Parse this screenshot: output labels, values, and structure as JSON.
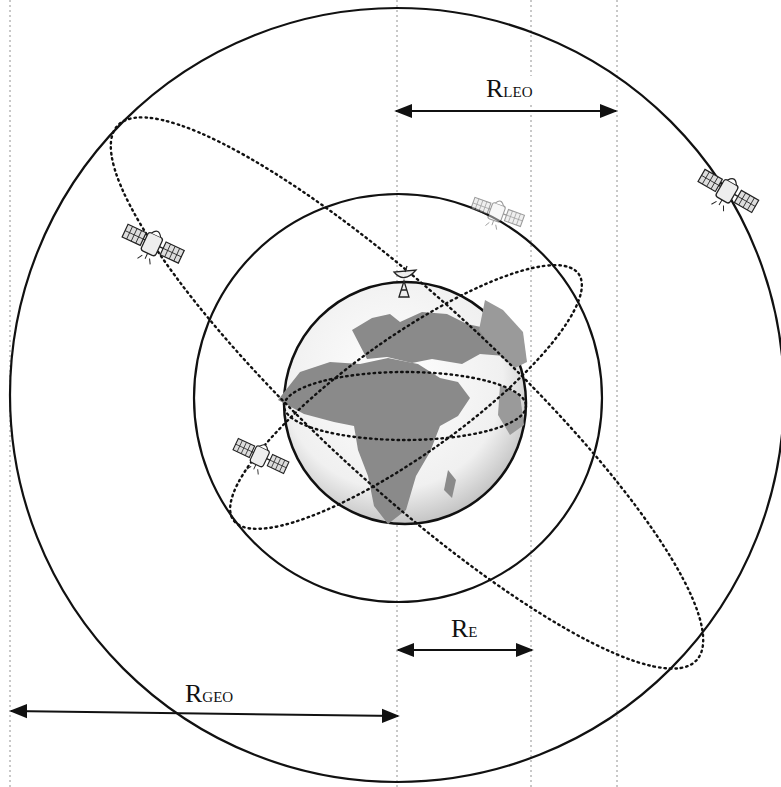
{
  "diagram": {
    "labels": [
      "R",
      "LEO",
      "R",
      "E",
      "R",
      "GEO"
    ]
  }
}
